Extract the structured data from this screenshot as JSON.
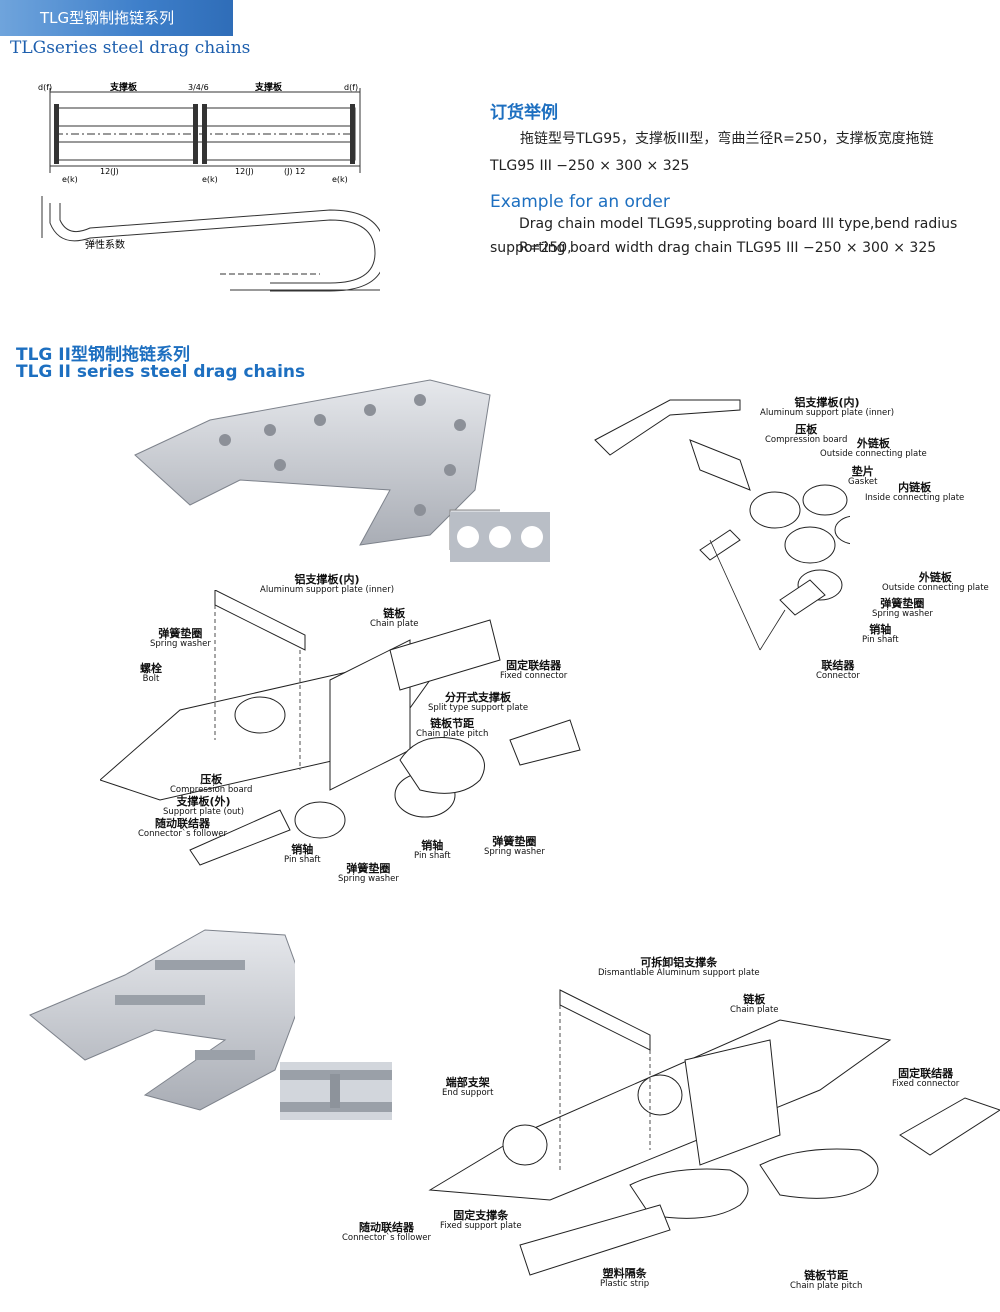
{
  "header": {
    "title_cn": "TLG型钢制拖链系列",
    "title_en": "TLGseries steel drag chains"
  },
  "top_diagram": {
    "dims": [
      "d(f)",
      "支撑板",
      "3/4/6",
      "支撑板",
      "d(f)",
      "e(k)",
      "12(J)",
      "e(k)",
      "12(J)",
      "(J) 12",
      "e(k)"
    ],
    "elastic_label": "弹性系数"
  },
  "order": {
    "title_cn": "订货举例",
    "line1": "拖链型号TLG95，支撑板III型，弯曲兰径R=250，支撑板宽度拖链",
    "line2": "TLG95 III −250 × 300 × 325",
    "title_en": "Example for an order",
    "en_line1": "Drag chain model TLG95,supproting board III type,bend radius R=250,",
    "en_line2": "supporting board width drag chain TLG95 III −250 × 300 × 325"
  },
  "section2": {
    "title_cn": "TLG II型钢制拖链系列",
    "title_en": "TLG II series steel drag chains"
  },
  "exploded_right": [
    {
      "cn": "铝支撑板(内)",
      "en": "Aluminum support plate (inner)"
    },
    {
      "cn": "压板",
      "en": "Compression board"
    },
    {
      "cn": "外链板",
      "en": "Outside connecting plate"
    },
    {
      "cn": "垫片",
      "en": "Gasket"
    },
    {
      "cn": "内链板",
      "en": "Inside connecting plate"
    },
    {
      "cn": "外链板",
      "en": "Outside connecting plate"
    },
    {
      "cn": "弹簧垫圈",
      "en": "Spring washer"
    },
    {
      "cn": "销轴",
      "en": "Pin shaft"
    },
    {
      "cn": "联结器",
      "en": "Connector"
    }
  ],
  "exploded_mid": [
    {
      "cn": "铝支撑板(内)",
      "en": "Aluminum support plate (inner)"
    },
    {
      "cn": "链板",
      "en": "Chain plate"
    },
    {
      "cn": "弹簧垫圈",
      "en": "Spring washer"
    },
    {
      "cn": "螺栓",
      "en": "Bolt"
    },
    {
      "cn": "固定联结器",
      "en": "Fixed connector"
    },
    {
      "cn": "分开式支撑板",
      "en": "Split type support plate"
    },
    {
      "cn": "链板节距",
      "en": "Chain plate pitch"
    },
    {
      "cn": "压板",
      "en": "Compression board"
    },
    {
      "cn": "支撑板(外)",
      "en": "Support plate (out)"
    },
    {
      "cn": "随动联结器",
      "en": "Connector`s follower"
    },
    {
      "cn": "销轴",
      "en": "Pin shaft"
    },
    {
      "cn": "弹簧垫圈",
      "en": "Spring washer"
    },
    {
      "cn": "销轴",
      "en": "Pin shaft"
    },
    {
      "cn": "弹簧垫圈",
      "en": "Spring washer"
    }
  ],
  "exploded_bottom": [
    {
      "cn": "可拆卸铝支撑条",
      "en": "Dismantlable Aluminum support plate"
    },
    {
      "cn": "链板",
      "en": "Chain plate"
    },
    {
      "cn": "端部支架",
      "en": "End support"
    },
    {
      "cn": "固定联结器",
      "en": "Fixed connector"
    },
    {
      "cn": "固定支撑条",
      "en": "Fixed support plate"
    },
    {
      "cn": "随动联结器",
      "en": "Connector`s follower"
    },
    {
      "cn": "塑料隔条",
      "en": "Plastic strip"
    },
    {
      "cn": "链板节距",
      "en": "Chain plate pitch"
    }
  ],
  "colors": {
    "accent": "#1d6fc0",
    "header_bg": "#3e7fca",
    "metal": "#c9ccd2"
  }
}
